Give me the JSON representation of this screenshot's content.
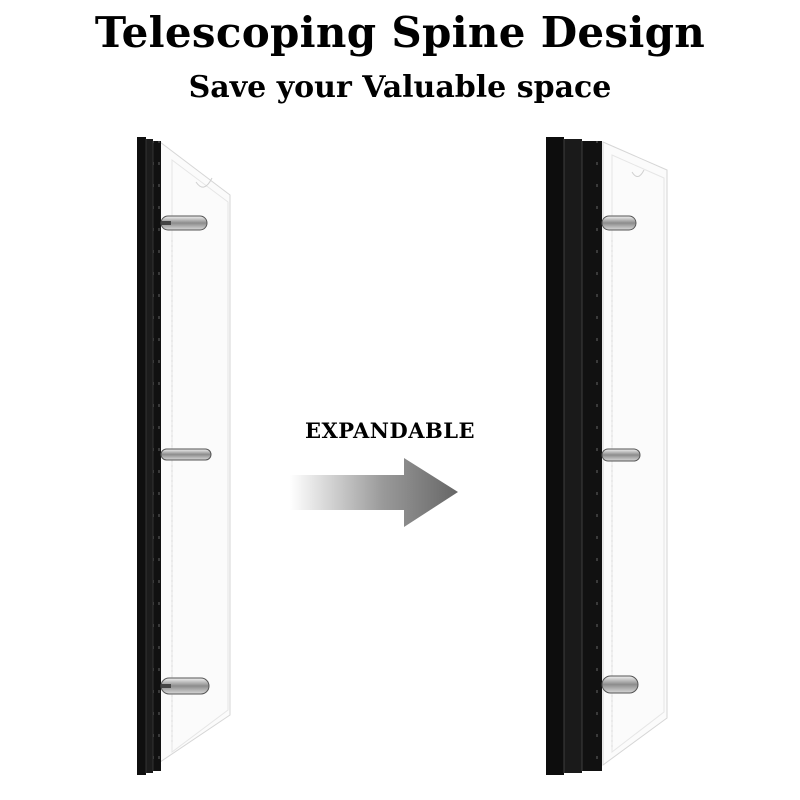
{
  "header": {
    "title": "Telescoping Spine Design",
    "subtitle": "Save your Valuable space"
  },
  "arrow": {
    "label": "EXPANDABLE",
    "icon": "right-arrow-icon",
    "color": "#6a6a6a"
  },
  "binders": {
    "compact": {
      "state": "collapsed",
      "spine_color": "#111111",
      "ring_icon": "binder-ring-icon"
    },
    "expanded": {
      "state": "expanded",
      "spine_color": "#111111",
      "ring_icon": "binder-ring-icon"
    }
  }
}
